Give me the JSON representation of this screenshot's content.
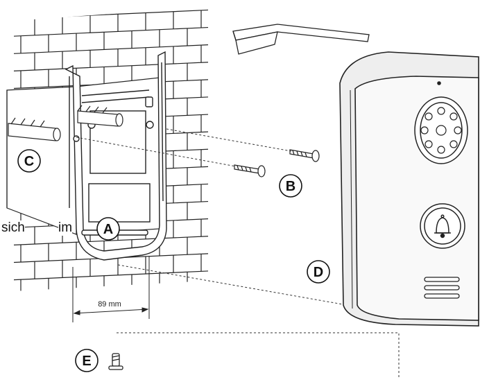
{
  "callouts": {
    "a": "A",
    "b": "B",
    "c": "C",
    "d": "D",
    "e": "E"
  },
  "captions": {
    "left": "sich",
    "right": "im"
  },
  "dimension": {
    "label": "89 mm"
  },
  "colors": {
    "line": "#222222",
    "device_fill": "#eeeeee",
    "panel_fill": "#f9f9f9"
  }
}
